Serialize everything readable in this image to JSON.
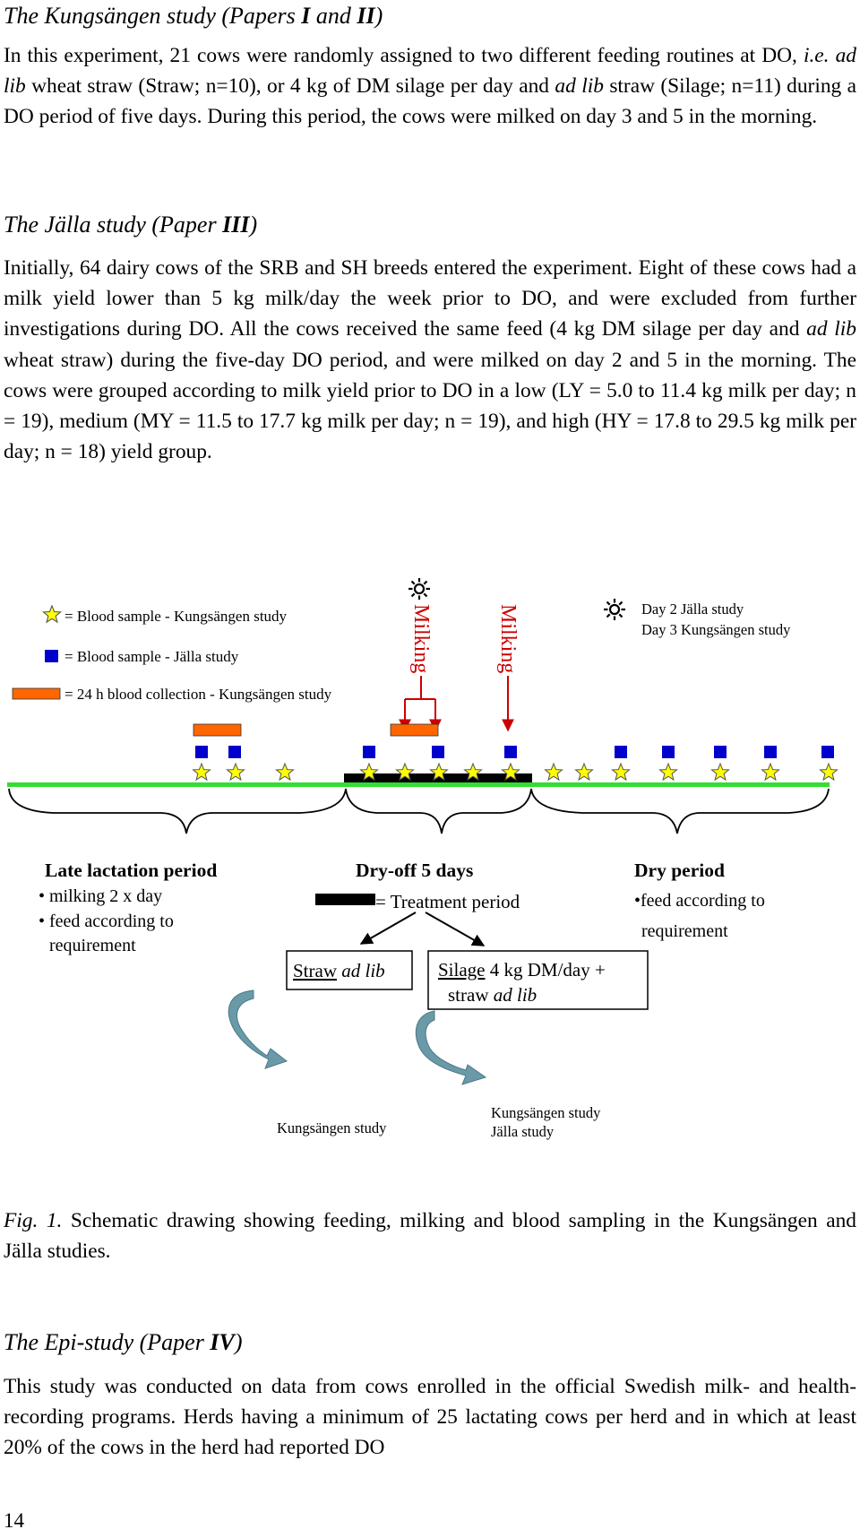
{
  "headings": {
    "kungsangen": {
      "pre": "The Kungsängen study (Papers ",
      "n1": "I",
      "mid": " and ",
      "n2": "II",
      "post": ")"
    },
    "jalla": {
      "pre": "The Jälla study (Paper ",
      "n1": "III",
      "post": ")"
    },
    "epi": {
      "pre": "The Epi-study (Paper ",
      "n1": "IV",
      "post": ")"
    }
  },
  "paragraphs": {
    "kungsangen": {
      "t1": "In this experiment, 21 cows were randomly assigned to two different feeding routines at DO, ",
      "t2": "i.e.",
      "t3": " ",
      "t4": "ad lib",
      "t5": " wheat straw (Straw; n=10), or 4 kg of DM silage per day and ",
      "t6": "ad lib",
      "t7": " straw (Silage; n=11) during a DO period of five days. During this period, the cows were milked on day 3 and 5 in the morning."
    },
    "jalla": {
      "t1": "Initially, 64 dairy cows of the SRB and SH breeds entered the experiment. Eight of these cows had a milk yield lower than 5 kg milk/day the week prior to DO, and were excluded from further investigations during DO. All the cows received the same feed (4 kg DM silage per day and ",
      "t2": "ad lib",
      "t3": " wheat straw) during the five-day DO period, and were milked on day 2 and 5 in the morning. The cows were grouped according to milk yield prior to DO in a low (LY = 5.0 to 11.4 kg milk per day; n = 19), medium (MY = 11.5 to 17.7 kg milk per day; n = 19), and high (HY = 17.8 to 29.5 kg milk per day; n = 18) yield group."
    },
    "epi": {
      "t1": "This study was conducted on data from cows enrolled in the official Swedish milk- and health-recording programs. Herds having a minimum of 25 lactating cows per herd and in which at least 20% of the cows in the herd had reported DO"
    }
  },
  "figure": {
    "legend_star": "= Blood sample - Kungsängen study",
    "legend_square": "= Blood sample - Jälla study",
    "legend_bar": "= 24 h blood collection - Kungsängen study",
    "milking_1": "Milking",
    "milking_2": "Milking",
    "sun_day2": "Day 2 Jälla study",
    "sun_day3": "Day 3 Kungsängen study",
    "late_title": "Late lactation period",
    "late_b1": "• milking 2 x day",
    "late_b2": "• feed according to",
    "late_b3": "requirement",
    "dryoff_title": "Dry-off  5 days",
    "treatment": "= Treatment period",
    "dry_title": "Dry period",
    "dry_b1": "•feed according to",
    "dry_b2": "requirement",
    "straw_word": "Straw",
    "straw_adlib": "ad lib",
    "silage_word": "Silage",
    "silage_rest": " 4 kg DM/day +",
    "silage_l2a": "straw ",
    "silage_l2b": "ad lib",
    "arrow_left_label": "Kungsängen study",
    "arrow_right_l1": "Kungsängen study",
    "arrow_right_l2": "Jälla study",
    "colors": {
      "star": "#ffff00",
      "square": "#0000cc",
      "collection": "#ff6600",
      "timeline": "#33dd33",
      "milking": "#cc0000",
      "arrow": "#6a9aa8"
    }
  },
  "caption": {
    "fig": "Fig. 1.",
    "text": " Schematic drawing showing feeding, milking and blood sampling in the Kungsängen and Jälla studies."
  },
  "page_number": "14"
}
